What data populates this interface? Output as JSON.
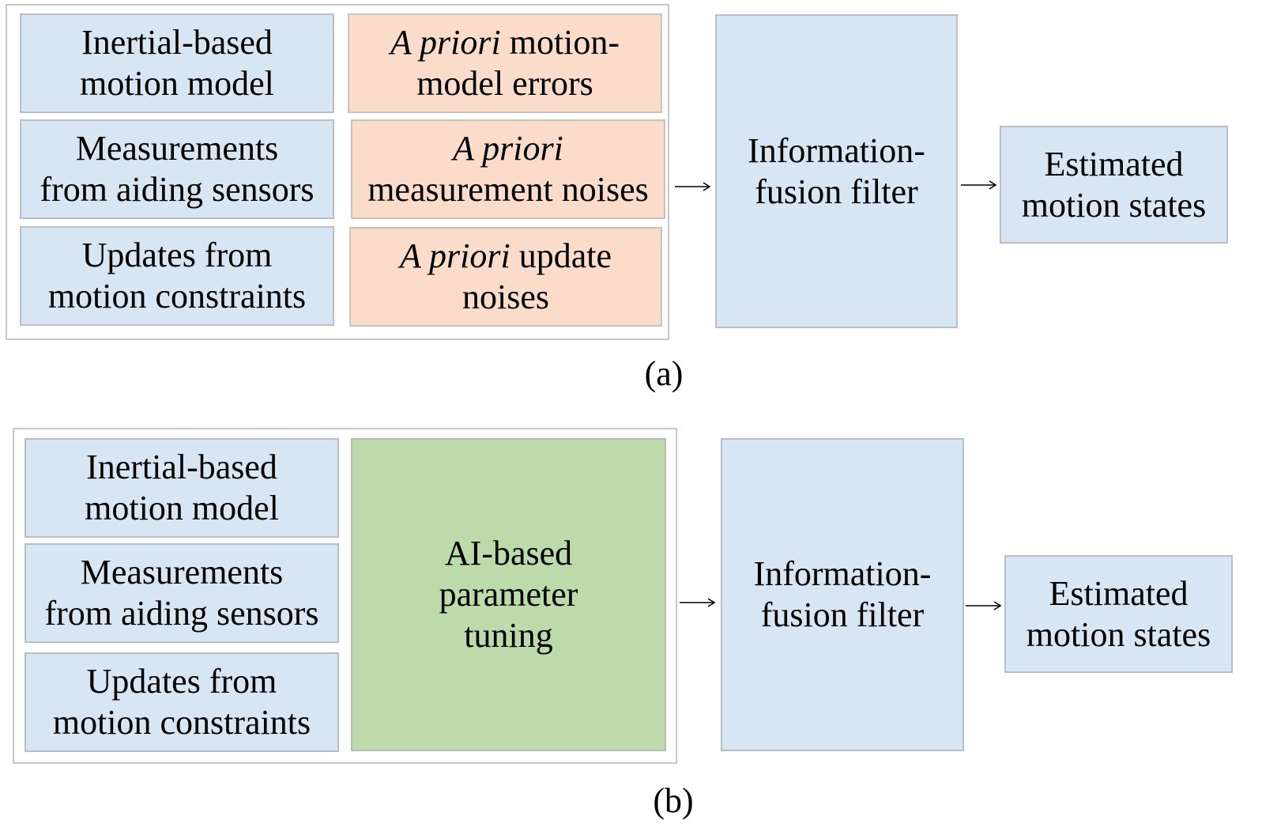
{
  "panel_a": {
    "caption": "(a)",
    "inputs": [
      "Inertial-based\nmotion model",
      "Measurements\nfrom aiding sensors",
      "Updates from\nmotion constraints"
    ],
    "priors": [
      {
        "italic": "A priori",
        "rest": " motion-\nmodel errors"
      },
      {
        "italic": "A priori",
        "rest": "\nmeasurement noises"
      },
      {
        "italic": "A priori",
        "rest": " update\nnoises"
      }
    ],
    "filter": "Information-\nfusion filter",
    "output": "Estimated\nmotion states"
  },
  "panel_b": {
    "caption": "(b)",
    "inputs": [
      "Inertial-based\nmotion model",
      "Measurements\nfrom aiding sensors",
      "Updates from\nmotion constraints"
    ],
    "tuning": "AI-based\nparameter\ntuning",
    "filter": "Information-\nfusion filter",
    "output": "Estimated\nmotion states"
  },
  "colors": {
    "input_box": "#d8e6f4",
    "prior_box": "#fbdccb",
    "tuning_box": "#bddbaa"
  }
}
